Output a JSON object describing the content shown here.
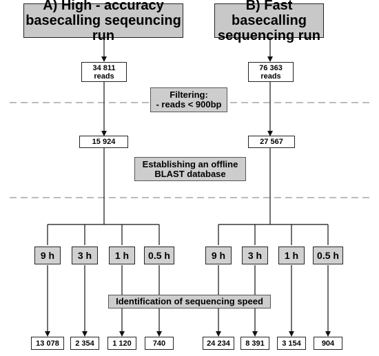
{
  "runs": {
    "a": {
      "title": "A) High - accuracy basecalling seqeuncing run",
      "raw_reads": "34 811\nreads",
      "filtered": "15 924",
      "times": [
        "9 h",
        "3 h",
        "1 h",
        "0.5 h"
      ],
      "results": [
        "13 078",
        "2 354",
        "1 120",
        "740"
      ]
    },
    "b": {
      "title": "B) Fast basecalling sequencing run",
      "raw_reads": "76 363\nreads",
      "filtered": "27 567",
      "times": [
        "9 h",
        "3 h",
        "1 h",
        "0.5 h"
      ],
      "results": [
        "24 234",
        "8 391",
        "3 154",
        "904"
      ]
    }
  },
  "steps": {
    "filtering": "Filtering:\n- reads < 900bp",
    "blast": "Establishing an offline\nBLAST database",
    "speed": "Identification of sequencing speed"
  }
}
